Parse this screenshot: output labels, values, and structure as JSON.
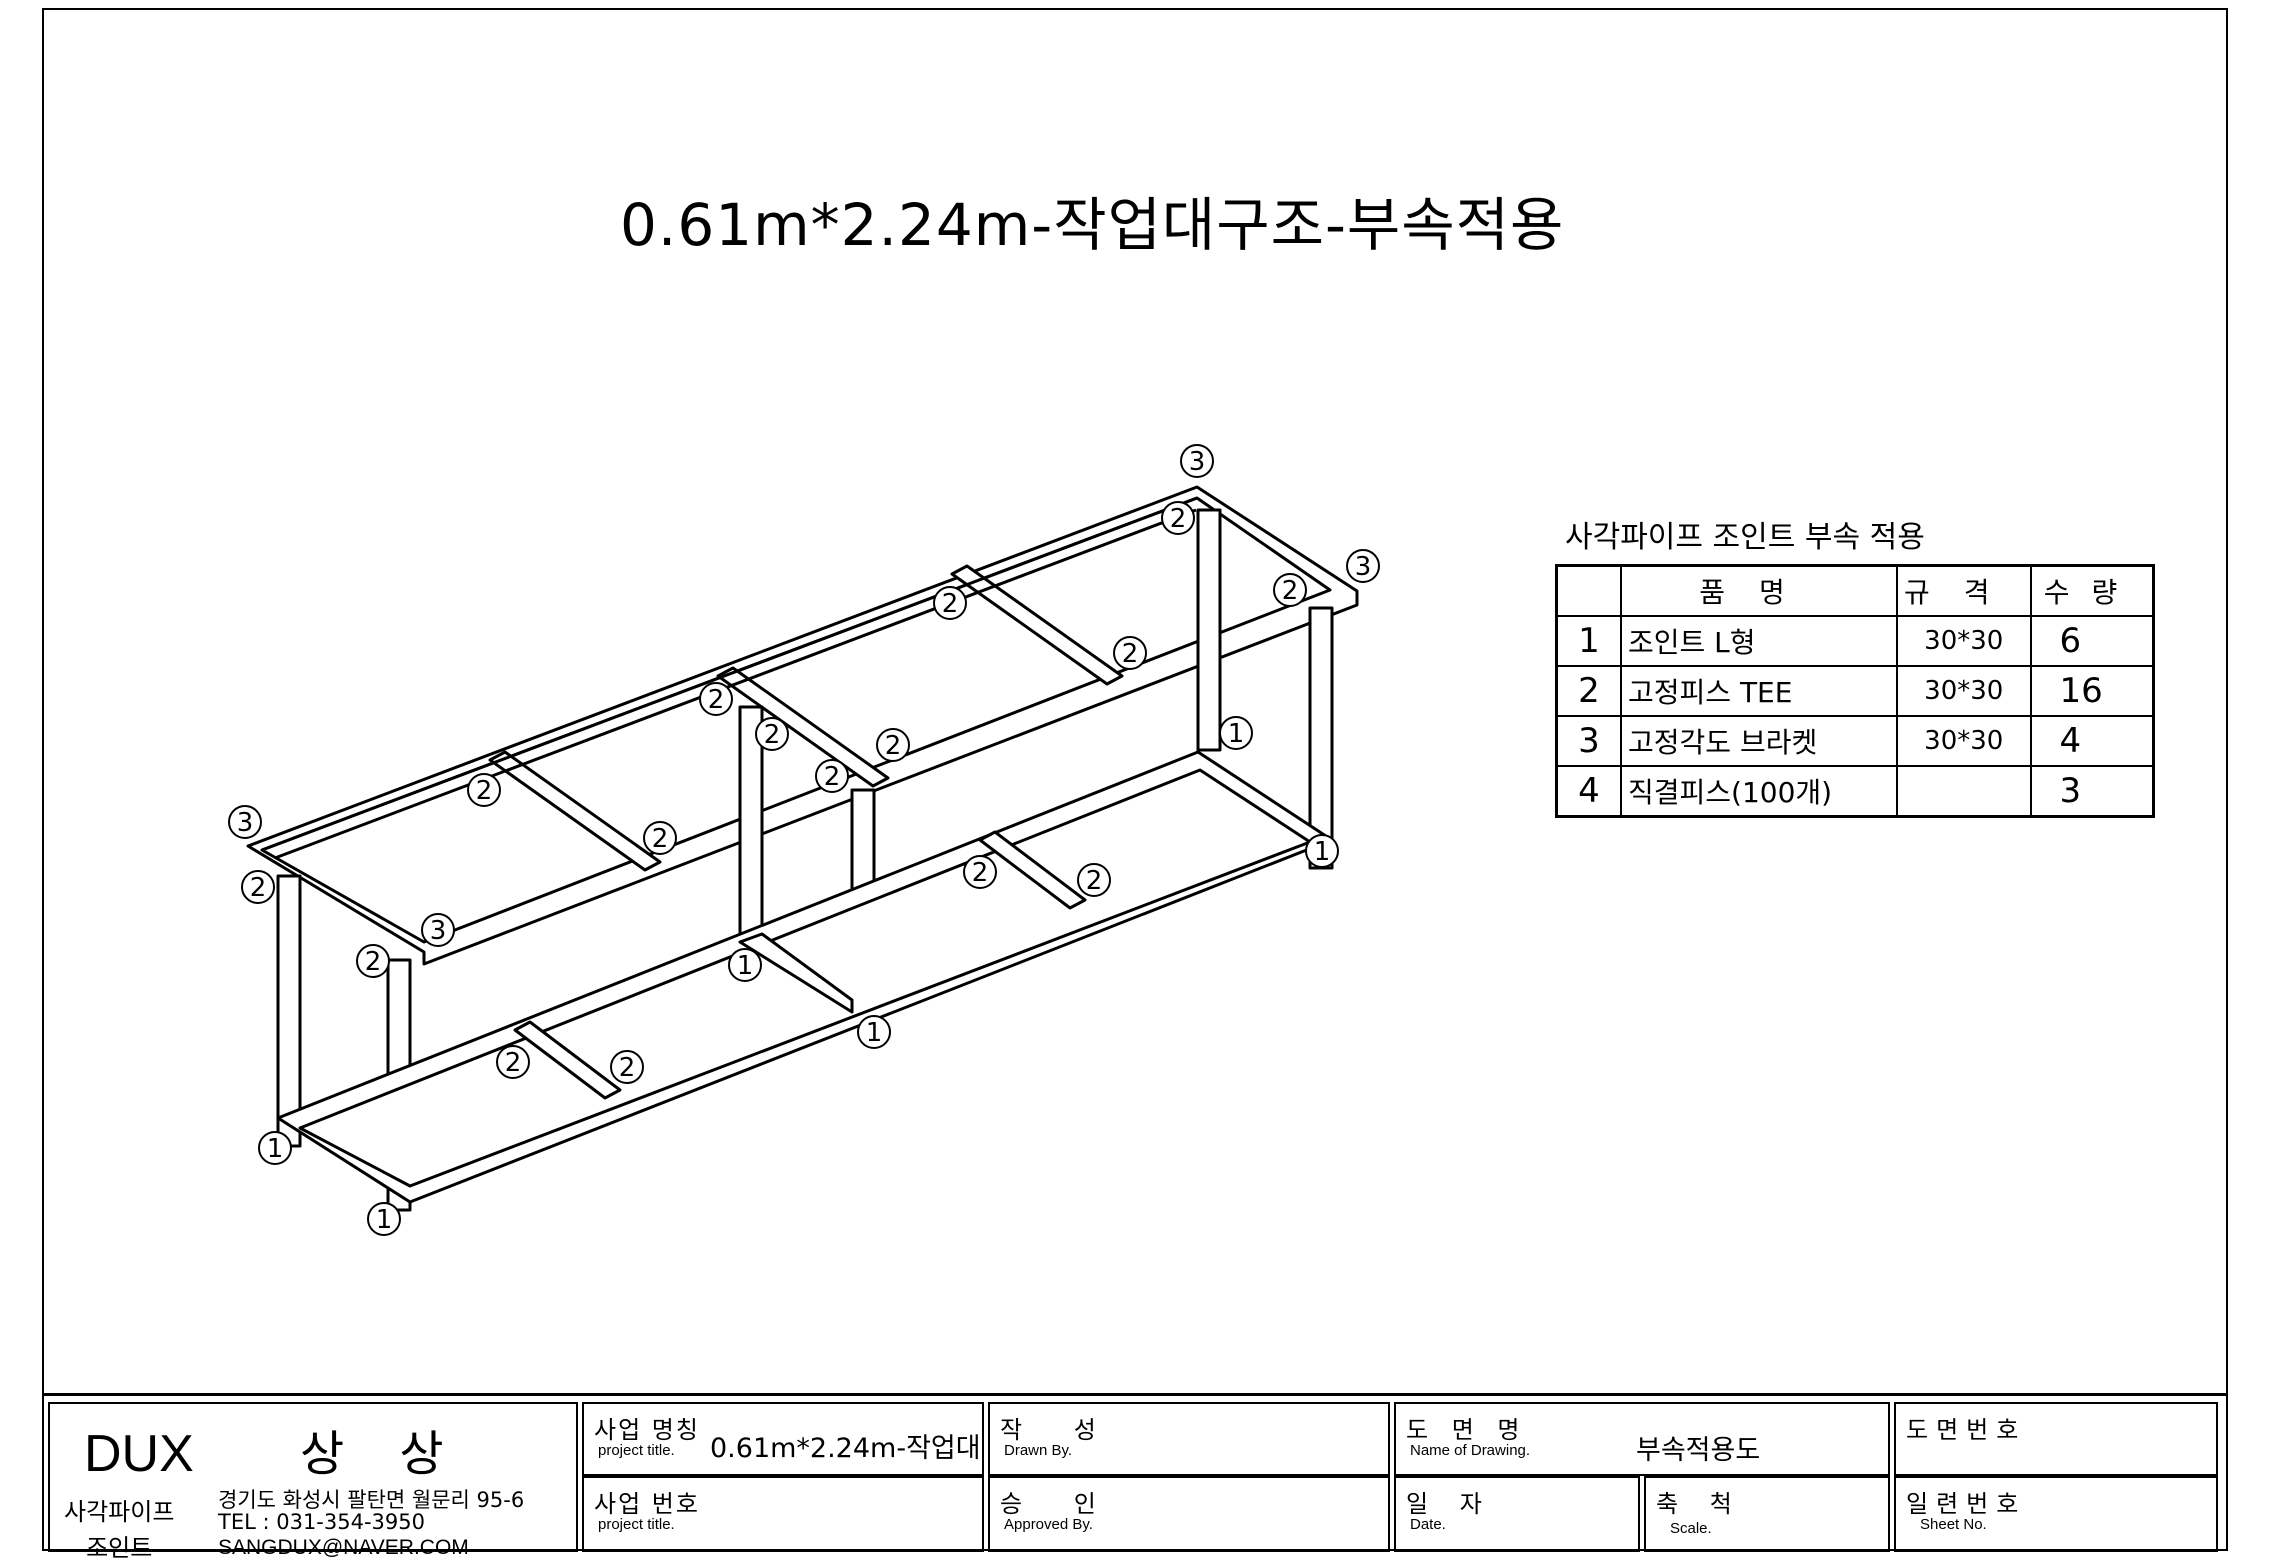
{
  "title": "0.61m*2.24m-작업대구조-부속적용",
  "parts": {
    "heading": "사각파이프 조인트 부속 적용",
    "headers": [
      "품명",
      "규격",
      "수량"
    ],
    "rows": [
      {
        "no": "1",
        "name": "조인트 L형",
        "spec": "30*30",
        "qty": "6"
      },
      {
        "no": "2",
        "name": "고정피스 TEE",
        "spec": "30*30",
        "qty": "16"
      },
      {
        "no": "3",
        "name": "고정각도 브라켓",
        "spec": "30*30",
        "qty": "4"
      },
      {
        "no": "4",
        "name": "직결피스(100개)",
        "spec": "",
        "qty": "3"
      }
    ]
  },
  "callouts": [
    "1",
    "2",
    "3"
  ],
  "titleblock": {
    "brand": "DUX",
    "brand_ko": "상 상",
    "company_line1": "사각파이프",
    "company_line2": "조인트",
    "address": "경기도 화성시 팔탄면 월문리 95-6",
    "tel": "TEL : 031-354-3950",
    "email": "SANGDUX@NAVER.COM",
    "project_title_ko": "사업 명칭",
    "project_title_en": "project title.",
    "project_title_value": "0.61m*2.24m-작업대",
    "project_no_ko": "사업 번호",
    "project_no_en": "project title.",
    "drawn_ko": "작 성",
    "drawn_en": "Drawn By.",
    "approved_ko": "승 인",
    "approved_en": "Approved By.",
    "drawing_name_ko": "도 면 명",
    "drawing_name_en": "Name of Drawing.",
    "drawing_name_value": "부속적용도",
    "date_ko": "일 자",
    "date_en": "Date.",
    "scale_ko": "축 척",
    "scale_en": "Scale.",
    "drawing_no_ko": "도면번호",
    "sheet_ko": "일련번호",
    "sheet_en": "Sheet No."
  }
}
